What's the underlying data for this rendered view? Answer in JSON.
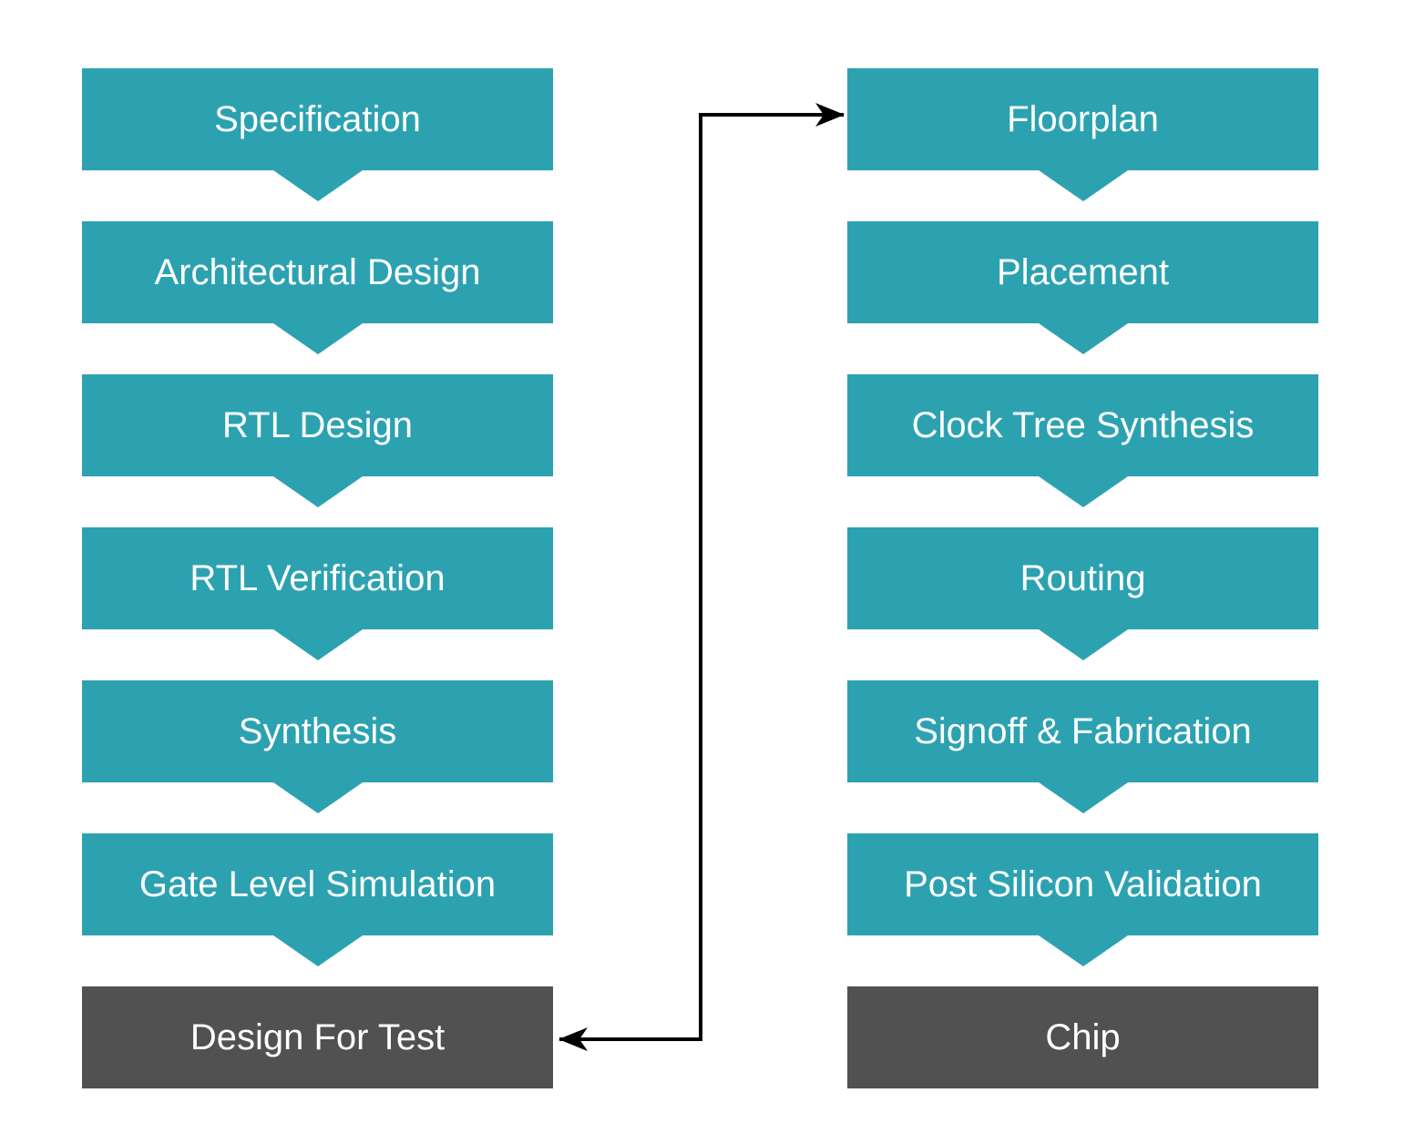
{
  "left_column": [
    {
      "label": "Specification"
    },
    {
      "label": "Architectural Design"
    },
    {
      "label": "RTL Design"
    },
    {
      "label": "RTL Verification"
    },
    {
      "label": "Synthesis"
    },
    {
      "label": "Gate Level Simulation"
    },
    {
      "label": "Design For Test"
    }
  ],
  "right_column": [
    {
      "label": "Floorplan"
    },
    {
      "label": "Placement"
    },
    {
      "label": "Clock Tree Synthesis"
    },
    {
      "label": "Routing"
    },
    {
      "label": "Signoff & Fabrication"
    },
    {
      "label": "Post Silicon Validation"
    },
    {
      "label": "Chip"
    }
  ],
  "connector": {
    "endpoint_a": "Design For Test",
    "endpoint_b": "Floorplan",
    "double_headed": true
  },
  "colors": {
    "step_fill": "#2CA2B1",
    "final_fill": "#515151",
    "text": "#FFFFFF",
    "arrow": "#000000",
    "background": "#FFFFFF"
  }
}
